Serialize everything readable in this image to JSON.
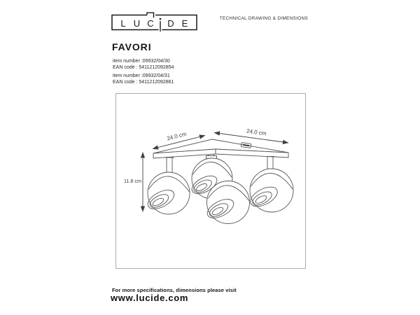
{
  "header": {
    "logo_text": "LUCiDE",
    "logo_letters": [
      "L",
      "U",
      "C",
      "D",
      "E"
    ],
    "tagline": "TECHNICAL DRAWING & DIMENSIONS"
  },
  "product": {
    "name": "FAVORI",
    "variants": [
      {
        "item_line": "item number :09932/04/30",
        "ean_line": "EAN code : 5411212092854"
      },
      {
        "item_line": "item number :09932/04/31",
        "ean_line": "EAN code : 5411212092861"
      }
    ]
  },
  "drawing": {
    "dim_width_left": "24.0 cm",
    "dim_width_right": "24.0 cm",
    "dim_height": "11.8 cm"
  },
  "footer": {
    "note": "For more specifications, dimensions please visit",
    "website": "www.lucide.com"
  },
  "colors": {
    "line": "#565656",
    "text": "#1a1a1a",
    "frame_border": "#acacac"
  }
}
